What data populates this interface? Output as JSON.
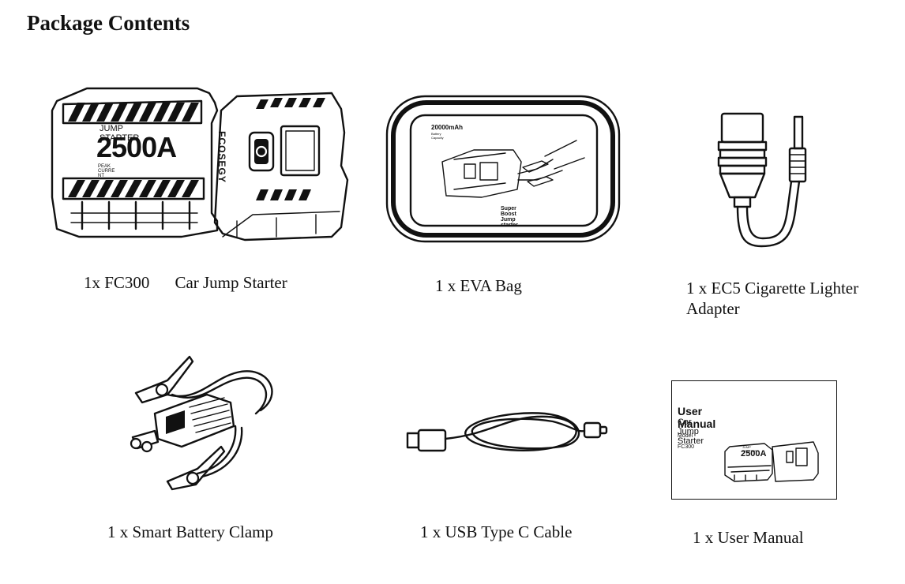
{
  "page": {
    "title": "Package Contents"
  },
  "items": [
    {
      "caption_qty": "1x FC300",
      "caption_name": "Car Jump Starter",
      "device_label": "JUMP STARTER",
      "device_rating": "2500A",
      "device_sub": "PEAK CURRE NT",
      "brand": "FCOSEGY"
    },
    {
      "caption": "1 x EVA Bag",
      "bag_capacity": "20000mAh",
      "bag_capacity_sub": "Battery Capacity",
      "bag_slogan": "Super Boost Jump starter"
    },
    {
      "caption_line1": "1 x EC5 Cigarette Lighter",
      "caption_line2": "Adapter"
    },
    {
      "caption": "1 x Smart Battery Clamp"
    },
    {
      "caption": "1 x USB Type C Cable"
    },
    {
      "caption": "1 x User Manual",
      "manual_title": "User Manual",
      "manual_subtitle": "Car Jump Starter",
      "manual_model": "Model : FC300",
      "manual_device_label": "JUMP STARTER",
      "manual_device_rating": "2500A"
    }
  ]
}
